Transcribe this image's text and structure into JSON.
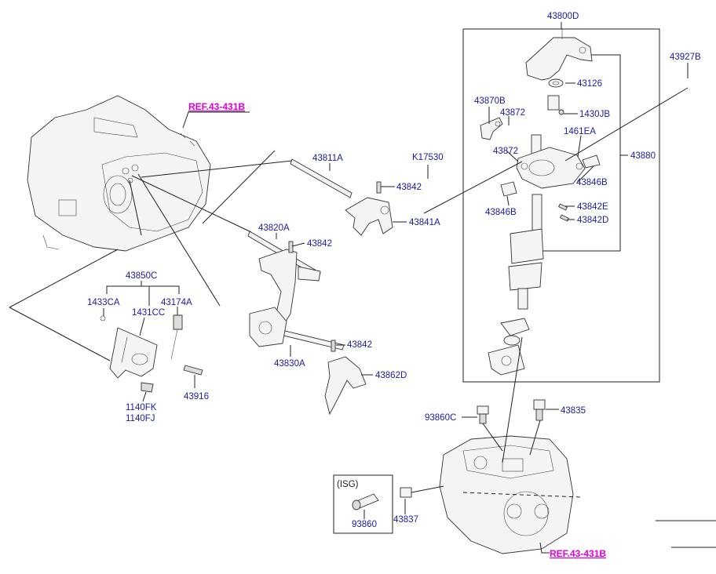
{
  "labels": {
    "p43800D": "43800D",
    "p43927B": "43927B",
    "p43126": "43126",
    "p43870B": "43870B",
    "p43872a": "43872",
    "p1430JB": "1430JB",
    "p1461EA": "1461EA",
    "p43872b": "43872",
    "p43880": "43880",
    "p43846Ba": "43846B",
    "p43846Bb": "43846B",
    "p43842E": "43842E",
    "p43842D": "43842D",
    "p43811A": "43811A",
    "pK17530": "K17530",
    "p43842a": "43842",
    "p43841A": "43841A",
    "p43820A": "43820A",
    "p43842b": "43842",
    "p43850C": "43850C",
    "p1433CA": "1433CA",
    "p43174A": "43174A",
    "p1431CC": "1431CC",
    "p43842c": "43842",
    "p43830A": "43830A",
    "p43862D": "43862D",
    "p43916": "43916",
    "p1140FK": "1140FK",
    "p1140FJ": "1140FJ",
    "p93860C": "93860C",
    "p43835": "43835",
    "pISG": "(ISG)",
    "p93860": "93860",
    "p43837": "43837"
  },
  "refs": {
    "top": "REF.43-431B",
    "bottom": "REF.43-431B"
  },
  "colors": {
    "label": "#1a1aa8",
    "ref": "#e000d8",
    "line": "#222222"
  }
}
